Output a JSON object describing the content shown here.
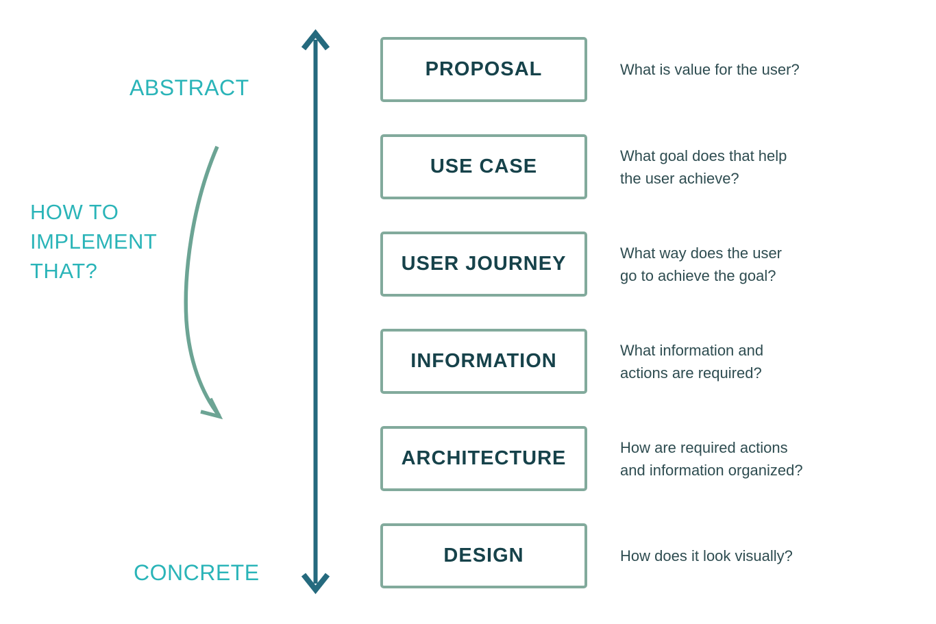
{
  "palette": {
    "background": "#ffffff",
    "teal_label": "#2ab4b8",
    "axis_arrow": "#256a7e",
    "curve_arrow": "#6ca494",
    "box_border": "#82aa9c",
    "box_text": "#16424a",
    "question_text": "#2e4c50"
  },
  "axis": {
    "top_label": "ABSTRACT",
    "bottom_label": "CONCRETE"
  },
  "side_note": {
    "lines": [
      "HOW TO",
      "IMPLEMENT",
      "THAT?"
    ]
  },
  "levels": [
    {
      "label": "PROPOSAL",
      "question_line1": "What is value for the user?",
      "question_line2": ""
    },
    {
      "label": "USE CASE",
      "question_line1": "What goal does that help",
      "question_line2": "the user achieve?"
    },
    {
      "label": "USER JOURNEY",
      "question_line1": "What way does the user",
      "question_line2": "go to achieve the goal?"
    },
    {
      "label": "INFORMATION",
      "question_line1": "What information and",
      "question_line2": "actions are required?"
    },
    {
      "label": "ARCHITECTURE",
      "question_line1": "How are required actions",
      "question_line2": "and information organized?"
    },
    {
      "label": "DESIGN",
      "question_line1": "How does it look visually?",
      "question_line2": ""
    }
  ]
}
